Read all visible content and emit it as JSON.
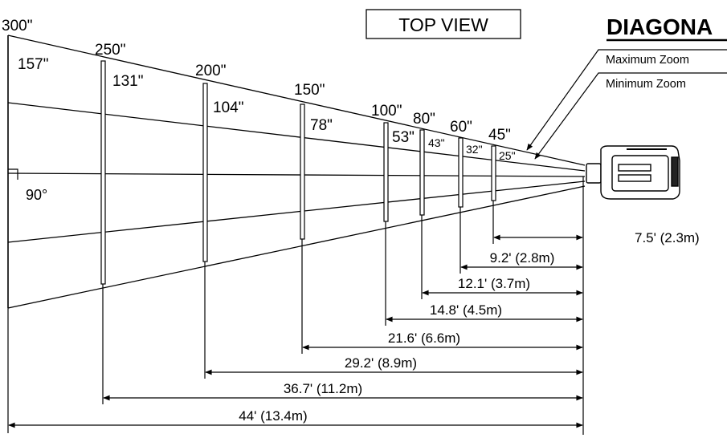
{
  "header": {
    "view_label": "TOP VIEW",
    "title": "DIAGONA",
    "zoom_max_label": "Maximum Zoom",
    "zoom_min_label": "Minimum Zoom"
  },
  "angle_label": "90°",
  "screens": [
    {
      "diagonal": "300\"",
      "width": "157\"",
      "distance": "44' (13.4m)"
    },
    {
      "diagonal": "250\"",
      "width": "131\"",
      "distance": "36.7' (11.2m)"
    },
    {
      "diagonal": "200\"",
      "width": "104\"",
      "distance": "29.2' (8.9m)"
    },
    {
      "diagonal": "150\"",
      "width": "78\"",
      "distance": "21.6' (6.6m)"
    },
    {
      "diagonal": "100\"",
      "width": "53\"",
      "distance": "14.8' (4.5m)"
    },
    {
      "diagonal": "80\"",
      "width": "43\"",
      "distance": "12.1' (3.7m)"
    },
    {
      "diagonal": "60\"",
      "width": "32\"",
      "distance": "9.2' (2.8m)"
    },
    {
      "diagonal": "45\"",
      "width": "25\"",
      "distance": "7.5' (2.3m)"
    }
  ]
}
